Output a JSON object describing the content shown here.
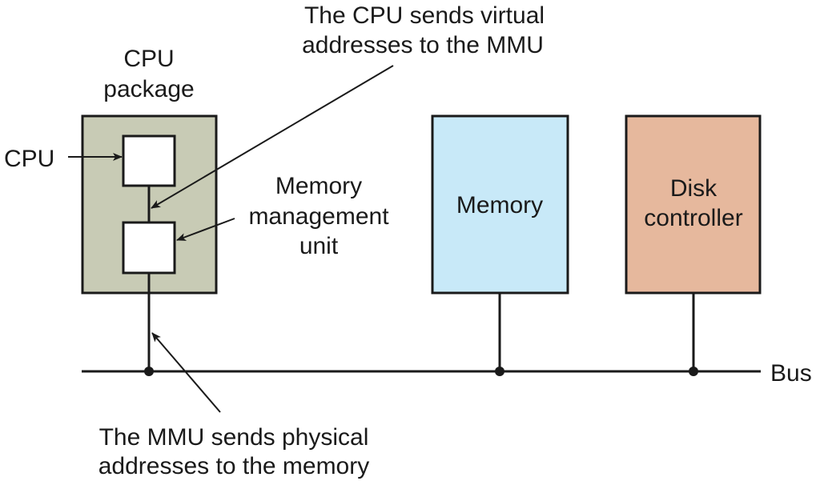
{
  "title": "CPU, MMU, memory and disk controller on a bus",
  "labels": {
    "cpu_package_line1": "CPU",
    "cpu_package_line2": "package",
    "cpu": "CPU",
    "cpu_virtual_line1": "The CPU sends virtual",
    "cpu_virtual_line2": "addresses to the MMU",
    "mmu_line1": "Memory",
    "mmu_line2": "management",
    "mmu_line3": "unit",
    "memory": "Memory",
    "disk_line1": "Disk",
    "disk_line2": "controller",
    "bus": "Bus",
    "mmu_physical_line1": "The MMU sends physical",
    "mmu_physical_line2": "addresses to the memory"
  },
  "colors": {
    "cpu_package_fill": "#c8cbb5",
    "chip_fill": "#ffffff",
    "memory_fill": "#c8e9f8",
    "disk_fill": "#e6b89d",
    "stroke": "#1a1a1a"
  }
}
